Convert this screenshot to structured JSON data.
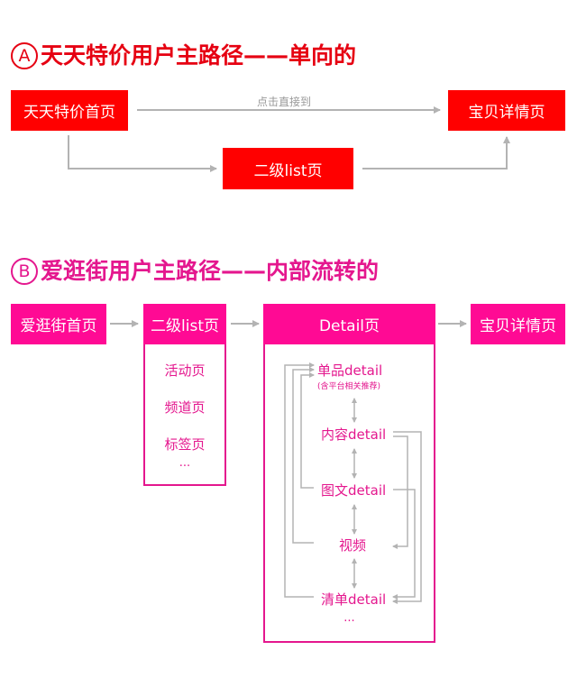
{
  "section_a": {
    "marker": "A",
    "title": "天天特价用户主路径——单向的",
    "nodes": {
      "home": "天天特价首页",
      "list": "二级list页",
      "detail": "宝贝详情页"
    },
    "edge_label": "点击直接到",
    "color": "#ff0000"
  },
  "section_b": {
    "marker": "B",
    "title": "爱逛街用户主路径——内部流转的",
    "nodes": {
      "home": "爱逛街首页",
      "list": "二级list页",
      "detail": "Detail页",
      "product": "宝贝详情页"
    },
    "list_items": [
      "活动页",
      "频道页",
      "标签页",
      "..."
    ],
    "detail_items": [
      "单品detail",
      "内容detail",
      "图文detail",
      "视频",
      "清单detail",
      "..."
    ],
    "detail_note": "(含平台相关推荐)",
    "color": "#ff0a94"
  }
}
